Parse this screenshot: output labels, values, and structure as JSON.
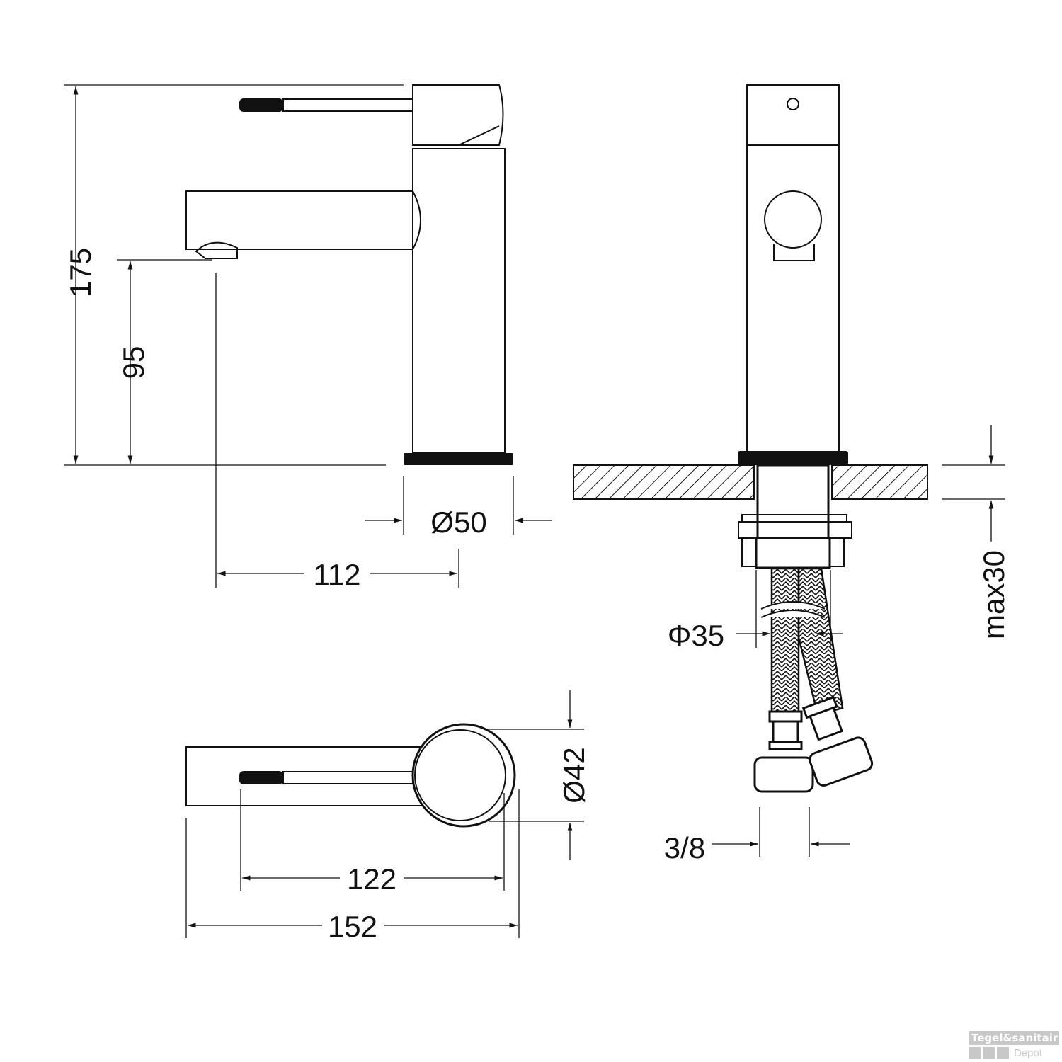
{
  "dimensions": {
    "height_total": "175",
    "spout_height": "95",
    "base_diameter": "Ø50",
    "spout_reach": "112",
    "hole_diameter": "Φ35",
    "max_thickness": "max30",
    "body_diameter": "Ø42",
    "connection": "3/8",
    "lever_length": "122",
    "overall_length": "152"
  },
  "watermark": {
    "line1": "Tegel&sanitair",
    "line2": "Depot"
  },
  "colors": {
    "ink": "#111111",
    "watermark": "#c8c8c8"
  }
}
